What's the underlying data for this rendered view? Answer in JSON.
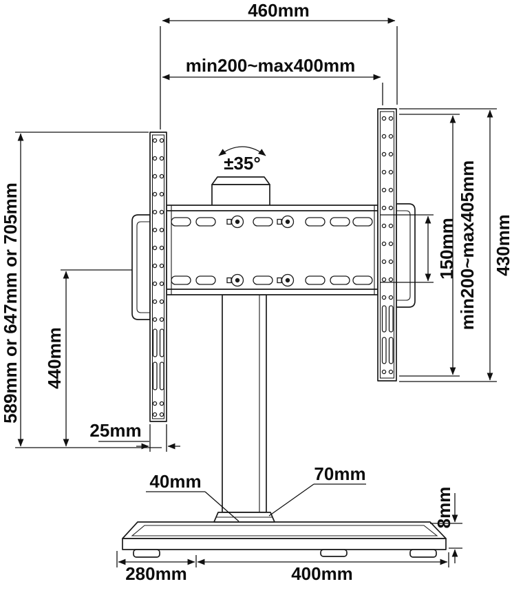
{
  "dims": {
    "overall_width": "460mm",
    "vesa_width": "min200~max400mm",
    "swivel": "±35°",
    "row_spacing": "150mm",
    "vesa_height": "min200~max405mm",
    "bracket_height": "430mm",
    "height_options": "589mm or 647mm or 705mm",
    "column_height": "440mm",
    "rail_width": "25mm",
    "column_depth": "40mm",
    "column_width": "70mm",
    "base_thickness": "8mm",
    "base_depth": "280mm",
    "base_width": "400mm"
  }
}
